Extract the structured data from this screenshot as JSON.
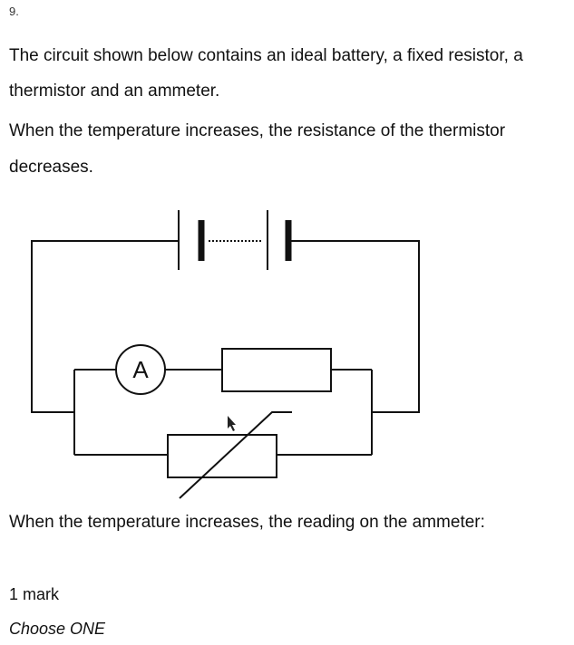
{
  "question": {
    "number": "9.",
    "intro_line1": "The circuit shown below contains an ideal battery, a fixed resistor, a",
    "intro_line2": "thermistor and an ammeter.",
    "condition_line1": "When the temperature increases, the resistance of the thermistor",
    "condition_line2": "decreases.",
    "prompt": "When the temperature increases, the reading on the ammeter:",
    "marks": "1 mark",
    "instruction": "Choose ONE"
  },
  "circuit": {
    "ammeter_label": "A"
  }
}
